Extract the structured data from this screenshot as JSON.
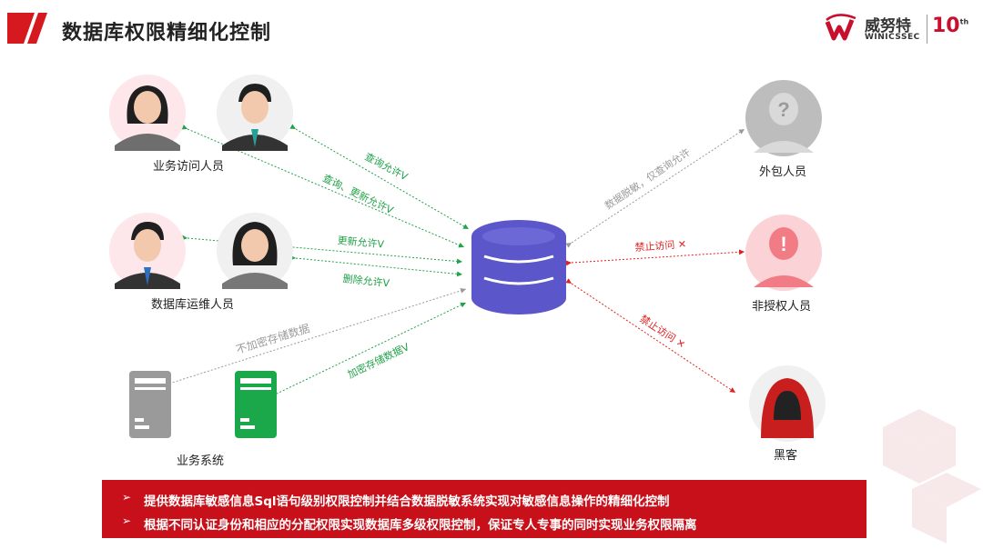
{
  "title": "数据库权限精细化控制",
  "brand": {
    "name_cn": "威努特",
    "name_en": "WINICSSEC",
    "anniversary": "10",
    "anniversary_suffix": "th"
  },
  "groups": {
    "business_staff": "业务访问人员",
    "db_ops": "数据库运维人员",
    "business_system": "业务系统",
    "outsourced": "外包人员",
    "unauthorized": "非授权人员",
    "hacker": "黑客"
  },
  "edges": {
    "query_allow": "查询允许V",
    "query_update_allow": "查询、更新允许V",
    "update_allow": "更新允许V",
    "delete_allow": "删除允许V",
    "unencrypted_storage": "不加密存储数据",
    "encrypted_storage": "加密存储数据V",
    "masked_query_only": "数据脱敏，仅查询允许",
    "deny_access_1": "禁止访问 ✕",
    "deny_access_2": "禁止访问 ✕"
  },
  "footer": {
    "bullet": "➢",
    "line1": "提供数据库敏感信息Sql语句级别权限控制并结合数据脱敏系统实现对敏感信息操作的精细化控制",
    "line2": "根据不同认证身份和相应的分配权限实现数据库多级权限控制，保证专人专事的同时实现业务权限隔离"
  },
  "colors": {
    "allow": "#22a24a",
    "deny": "#e02020",
    "neutral": "#9a9a9a",
    "database": "#5b56c9",
    "footer": "#c8101a"
  }
}
